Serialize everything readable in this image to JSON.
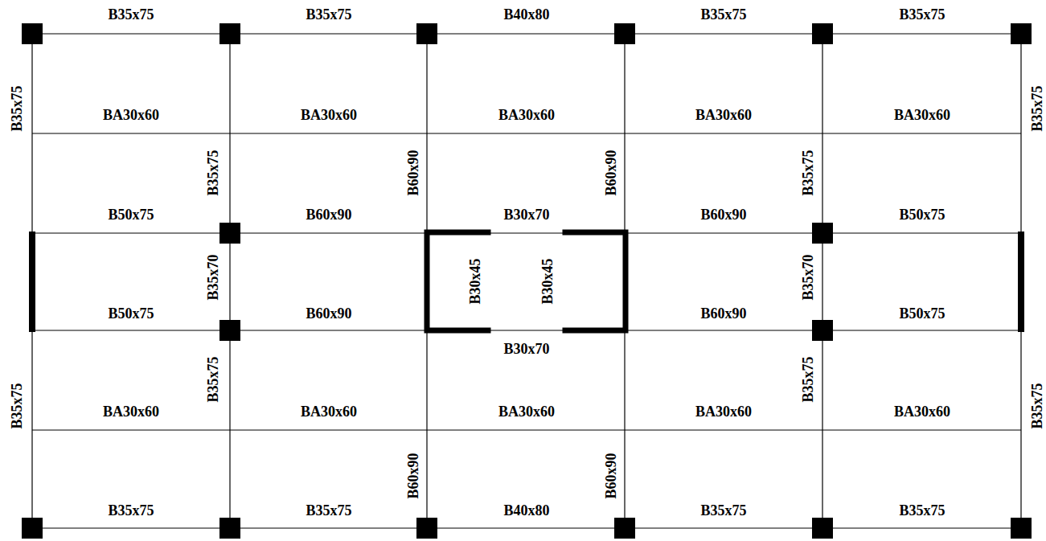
{
  "diagram": {
    "labels": [
      "B35x75",
      "B35x75",
      "B40x80",
      "B35x75",
      "B35x75",
      "B35x75",
      "BA30x60",
      "BA30x60",
      "BA30x60",
      "BA30x60",
      "BA30x60",
      "B35x75",
      "B35x75",
      "B60x90",
      "B60x90",
      "B35x75",
      "B50x75",
      "B60x90",
      "B30x70",
      "B60x90",
      "B50x75",
      "B35x70",
      "B30x45",
      "B30x45",
      "B35x70",
      "B50x75",
      "B60x90",
      "B60x90",
      "B50x75",
      "B30x70",
      "B35x75",
      "B35x75",
      "B35x75",
      "BA30x60",
      "BA30x60",
      "BA30x60",
      "BA30x60",
      "BA30x60",
      "B35x75",
      "B60x90",
      "B60x90",
      "B35x75",
      "B35x75",
      "B40x80",
      "B35x75",
      "B35x75"
    ]
  }
}
